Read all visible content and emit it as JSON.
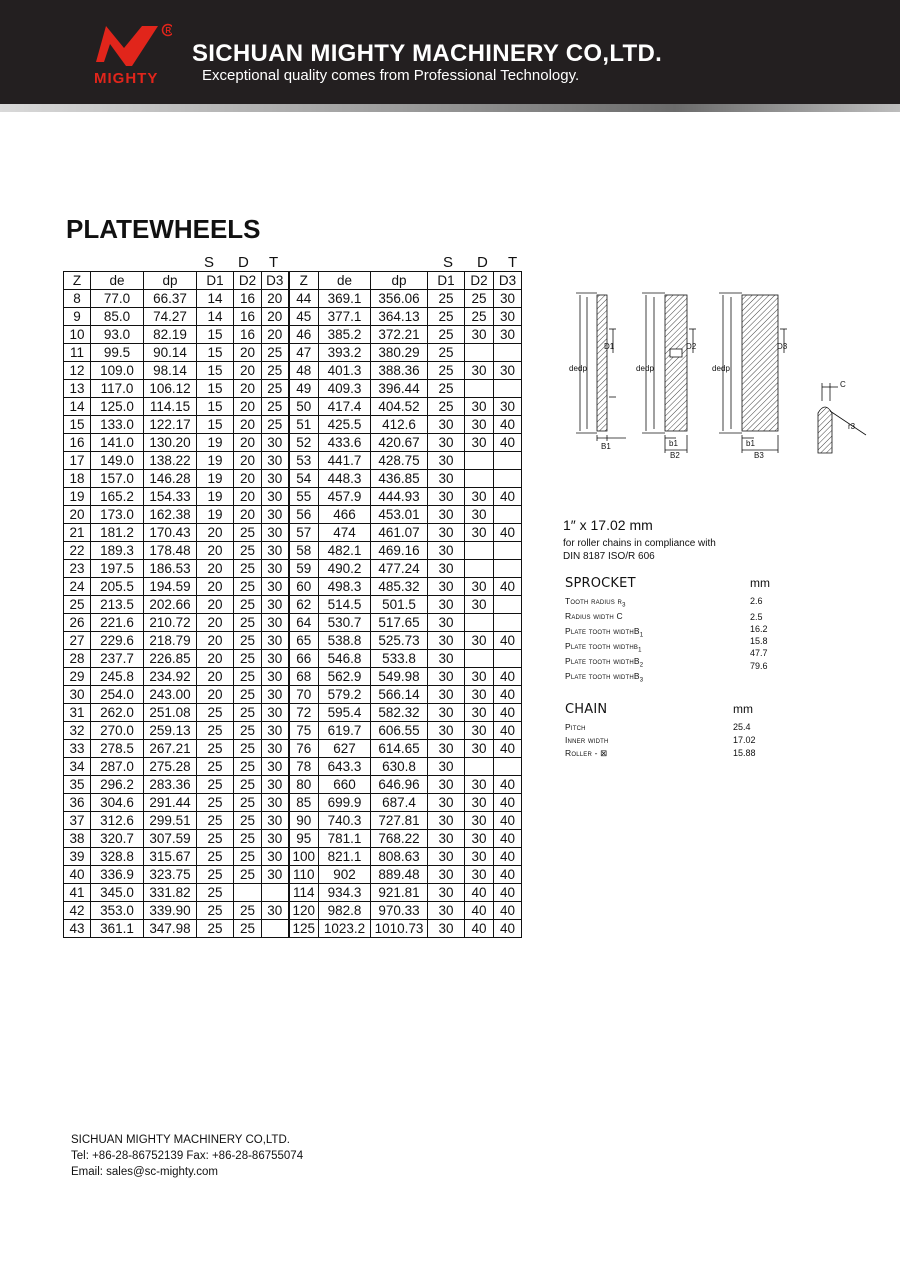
{
  "header": {
    "logo_text": "MIGHTY",
    "company": "SICHUAN MIGHTY MACHINERY CO,LTD.",
    "slogan": "Exceptional quality comes from Professional Technology.",
    "brand_color": "#e1251b"
  },
  "title": "PLATEWHEELS",
  "table": {
    "group_header": [
      "S",
      "D",
      "T"
    ],
    "columns": [
      "Z",
      "de",
      "dp",
      "D1",
      "D2",
      "D3",
      "Z",
      "de",
      "dp",
      "D1",
      "D2",
      "D3"
    ],
    "rows": [
      [
        "8",
        "77.0",
        "66.37",
        "14",
        "16",
        "20",
        "44",
        "369.1",
        "356.06",
        "25",
        "25",
        "30"
      ],
      [
        "9",
        "85.0",
        "74.27",
        "14",
        "16",
        "20",
        "45",
        "377.1",
        "364.13",
        "25",
        "25",
        "30"
      ],
      [
        "10",
        "93.0",
        "82.19",
        "15",
        "16",
        "20",
        "46",
        "385.2",
        "372.21",
        "25",
        "30",
        "30"
      ],
      [
        "11",
        "99.5",
        "90.14",
        "15",
        "20",
        "25",
        "47",
        "393.2",
        "380.29",
        "25",
        "",
        ""
      ],
      [
        "12",
        "109.0",
        "98.14",
        "15",
        "20",
        "25",
        "48",
        "401.3",
        "388.36",
        "25",
        "30",
        "30"
      ],
      [
        "13",
        "117.0",
        "106.12",
        "15",
        "20",
        "25",
        "49",
        "409.3",
        "396.44",
        "25",
        "",
        ""
      ],
      [
        "14",
        "125.0",
        "114.15",
        "15",
        "20",
        "25",
        "50",
        "417.4",
        "404.52",
        "25",
        "30",
        "30"
      ],
      [
        "15",
        "133.0",
        "122.17",
        "15",
        "20",
        "25",
        "51",
        "425.5",
        "412.6",
        "30",
        "30",
        "40"
      ],
      [
        "16",
        "141.0",
        "130.20",
        "19",
        "20",
        "30",
        "52",
        "433.6",
        "420.67",
        "30",
        "30",
        "40"
      ],
      [
        "17",
        "149.0",
        "138.22",
        "19",
        "20",
        "30",
        "53",
        "441.7",
        "428.75",
        "30",
        "",
        ""
      ],
      [
        "18",
        "157.0",
        "146.28",
        "19",
        "20",
        "30",
        "54",
        "448.3",
        "436.85",
        "30",
        "",
        ""
      ],
      [
        "19",
        "165.2",
        "154.33",
        "19",
        "20",
        "30",
        "55",
        "457.9",
        "444.93",
        "30",
        "30",
        "40"
      ],
      [
        "20",
        "173.0",
        "162.38",
        "19",
        "20",
        "30",
        "56",
        "466",
        "453.01",
        "30",
        "30",
        ""
      ],
      [
        "21",
        "181.2",
        "170.43",
        "20",
        "25",
        "30",
        "57",
        "474",
        "461.07",
        "30",
        "30",
        "40"
      ],
      [
        "22",
        "189.3",
        "178.48",
        "20",
        "25",
        "30",
        "58",
        "482.1",
        "469.16",
        "30",
        "",
        ""
      ],
      [
        "23",
        "197.5",
        "186.53",
        "20",
        "25",
        "30",
        "59",
        "490.2",
        "477.24",
        "30",
        "",
        ""
      ],
      [
        "24",
        "205.5",
        "194.59",
        "20",
        "25",
        "30",
        "60",
        "498.3",
        "485.32",
        "30",
        "30",
        "40"
      ],
      [
        "25",
        "213.5",
        "202.66",
        "20",
        "25",
        "30",
        "62",
        "514.5",
        "501.5",
        "30",
        "30",
        ""
      ],
      [
        "26",
        "221.6",
        "210.72",
        "20",
        "25",
        "30",
        "64",
        "530.7",
        "517.65",
        "30",
        "",
        ""
      ],
      [
        "27",
        "229.6",
        "218.79",
        "20",
        "25",
        "30",
        "65",
        "538.8",
        "525.73",
        "30",
        "30",
        "40"
      ],
      [
        "28",
        "237.7",
        "226.85",
        "20",
        "25",
        "30",
        "66",
        "546.8",
        "533.8",
        "30",
        "",
        ""
      ],
      [
        "29",
        "245.8",
        "234.92",
        "20",
        "25",
        "30",
        "68",
        "562.9",
        "549.98",
        "30",
        "30",
        "40"
      ],
      [
        "30",
        "254.0",
        "243.00",
        "20",
        "25",
        "30",
        "70",
        "579.2",
        "566.14",
        "30",
        "30",
        "40"
      ],
      [
        "31",
        "262.0",
        "251.08",
        "25",
        "25",
        "30",
        "72",
        "595.4",
        "582.32",
        "30",
        "30",
        "40"
      ],
      [
        "32",
        "270.0",
        "259.13",
        "25",
        "25",
        "30",
        "75",
        "619.7",
        "606.55",
        "30",
        "30",
        "40"
      ],
      [
        "33",
        "278.5",
        "267.21",
        "25",
        "25",
        "30",
        "76",
        "627",
        "614.65",
        "30",
        "30",
        "40"
      ],
      [
        "34",
        "287.0",
        "275.28",
        "25",
        "25",
        "30",
        "78",
        "643.3",
        "630.8",
        "30",
        "",
        ""
      ],
      [
        "35",
        "296.2",
        "283.36",
        "25",
        "25",
        "30",
        "80",
        "660",
        "646.96",
        "30",
        "30",
        "40"
      ],
      [
        "36",
        "304.6",
        "291.44",
        "25",
        "25",
        "30",
        "85",
        "699.9",
        "687.4",
        "30",
        "30",
        "40"
      ],
      [
        "37",
        "312.6",
        "299.51",
        "25",
        "25",
        "30",
        "90",
        "740.3",
        "727.81",
        "30",
        "30",
        "40"
      ],
      [
        "38",
        "320.7",
        "307.59",
        "25",
        "25",
        "30",
        "95",
        "781.1",
        "768.22",
        "30",
        "30",
        "40"
      ],
      [
        "39",
        "328.8",
        "315.67",
        "25",
        "25",
        "30",
        "100",
        "821.1",
        "808.63",
        "30",
        "30",
        "40"
      ],
      [
        "40",
        "336.9",
        "323.75",
        "25",
        "25",
        "30",
        "110",
        "902",
        "889.48",
        "30",
        "30",
        "40"
      ],
      [
        "41",
        "345.0",
        "331.82",
        "25",
        "",
        "",
        "114",
        "934.3",
        "921.81",
        "30",
        "40",
        "40"
      ],
      [
        "42",
        "353.0",
        "339.90",
        "25",
        "25",
        "30",
        "120",
        "982.8",
        "970.33",
        "30",
        "40",
        "40"
      ],
      [
        "43",
        "361.1",
        "347.98",
        "25",
        "25",
        "",
        "125",
        "1023.2",
        "1010.73",
        "30",
        "40",
        "40"
      ]
    ]
  },
  "diagram_labels": {
    "de": "de",
    "dp": "dp",
    "D1": "D1",
    "D2": "D2",
    "D3": "D3",
    "B1": "B1",
    "b1": "b1",
    "B2": "B2",
    "B3": "B3",
    "C": "C",
    "r3": "r3"
  },
  "spec": {
    "pitch_line": "1″  x 17.02 mm",
    "compliance_1": "for roller chains in compliance with",
    "compliance_2": "DIN 8187 ISO/R 606",
    "sprocket_title": "SPROCKET",
    "sprocket_unit": "mm",
    "sprocket_rows": [
      {
        "label": "Tooth radius r",
        "sub": "3",
        "value": "2.6"
      },
      {
        "label": "Radius width C",
        "sub": "",
        "value": "2.5"
      },
      {
        "label": "Plate tooth widthB",
        "sub": "1",
        "value": "16.2"
      },
      {
        "label": "Plate tooth widthb",
        "sub": "1",
        "value": "15.8"
      },
      {
        "label": "Plate tooth widthB",
        "sub": "2",
        "value": "47.7"
      },
      {
        "label": "Plate tooth widthB",
        "sub": "3",
        "value": "79.6"
      }
    ],
    "chain_title": "CHAIN",
    "chain_unit": "mm",
    "chain_rows": [
      {
        "label": "Pitch",
        "value": "25.4"
      },
      {
        "label": "Inner width",
        "value": "17.02"
      },
      {
        "label": "Roller - ⊠",
        "value": "15.88"
      }
    ]
  },
  "footer": {
    "company": "SICHUAN MIGHTY MACHINERY CO,LTD.",
    "phone": "Tel: +86-28-86752139  Fax:  +86-28-86755074",
    "email": "Email: sales@sc-mighty.com"
  }
}
